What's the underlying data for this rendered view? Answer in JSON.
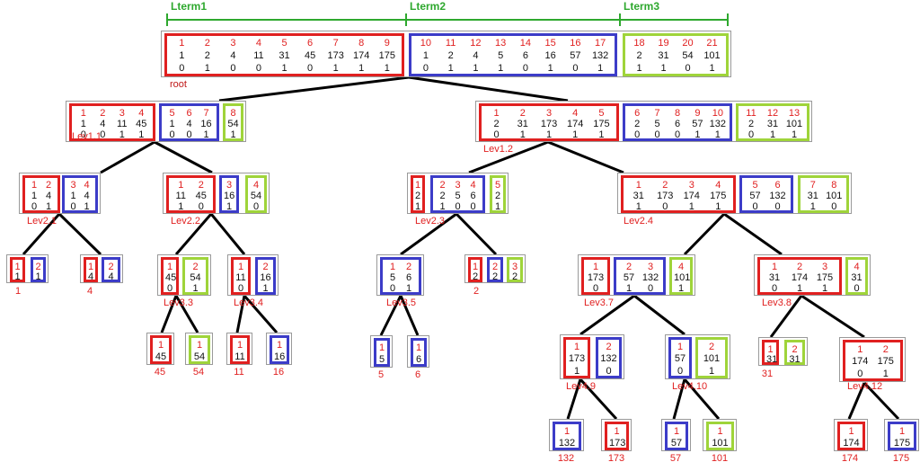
{
  "colors": {
    "red": "#e02020",
    "blue": "#3c3cc8",
    "green": "#9fd43a",
    "lterm": "#2ea82e"
  },
  "lterms": [
    "Lterm1",
    "Lterm2",
    "Lterm3"
  ],
  "root_label": "root",
  "nodes": {
    "root": {
      "label": "",
      "segs": [
        {
          "color": "red",
          "idx": [
            "1",
            "2",
            "3",
            "4",
            "5",
            "6",
            "7",
            "8",
            "9"
          ],
          "v1": [
            "1",
            "2",
            "4",
            "11",
            "31",
            "45",
            "173",
            "174",
            "175"
          ],
          "v2": [
            "0",
            "1",
            "0",
            "0",
            "1",
            "0",
            "1",
            "1",
            "1"
          ]
        },
        {
          "color": "blue",
          "idx": [
            "10",
            "11",
            "12",
            "13",
            "14",
            "15",
            "16",
            "17"
          ],
          "v1": [
            "1",
            "2",
            "4",
            "5",
            "6",
            "16",
            "57",
            "132"
          ],
          "v2": [
            "0",
            "1",
            "1",
            "1",
            "0",
            "1",
            "0",
            "1"
          ]
        },
        {
          "color": "green",
          "idx": [
            "18",
            "19",
            "20",
            "21"
          ],
          "v1": [
            "2",
            "31",
            "54",
            "101"
          ],
          "v2": [
            "1",
            "1",
            "0",
            "1"
          ]
        }
      ]
    },
    "lev11": {
      "label": "Lev1.1",
      "segs": [
        {
          "color": "red",
          "idx": [
            "1",
            "2",
            "3",
            "4"
          ],
          "v1": [
            "1",
            "4",
            "11",
            "45"
          ],
          "v2": [
            "0",
            "0",
            "1",
            "1"
          ]
        },
        {
          "color": "blue",
          "idx": [
            "5",
            "6",
            "7"
          ],
          "v1": [
            "1",
            "4",
            "16"
          ],
          "v2": [
            "0",
            "0",
            "1"
          ]
        },
        {
          "color": "green",
          "idx": [
            "8"
          ],
          "v1": [
            "54"
          ],
          "v2": [
            "1"
          ]
        }
      ]
    },
    "lev12": {
      "label": "Lev1.2",
      "segs": [
        {
          "color": "red",
          "idx": [
            "1",
            "2",
            "3",
            "4",
            "5"
          ],
          "v1": [
            "2",
            "31",
            "173",
            "174",
            "175"
          ],
          "v2": [
            "0",
            "1",
            "1",
            "1",
            "1"
          ]
        },
        {
          "color": "blue",
          "idx": [
            "6",
            "7",
            "8",
            "9",
            "10"
          ],
          "v1": [
            "2",
            "5",
            "6",
            "57",
            "132"
          ],
          "v2": [
            "0",
            "0",
            "0",
            "1",
            "1"
          ]
        },
        {
          "color": "green",
          "idx": [
            "11",
            "12",
            "13"
          ],
          "v1": [
            "2",
            "31",
            "101"
          ],
          "v2": [
            "0",
            "1",
            "1"
          ]
        }
      ]
    },
    "lev21": {
      "label": "Lev2.1",
      "segs": [
        {
          "color": "red",
          "idx": [
            "1",
            "2"
          ],
          "v1": [
            "1",
            "4"
          ],
          "v2": [
            "0",
            "1"
          ]
        },
        {
          "color": "blue",
          "idx": [
            "3",
            "4"
          ],
          "v1": [
            "1",
            "4"
          ],
          "v2": [
            "0",
            "1"
          ]
        }
      ]
    },
    "lev22": {
      "label": "Lev2.2",
      "segs": [
        {
          "color": "red",
          "idx": [
            "1",
            "2"
          ],
          "v1": [
            "11",
            "45"
          ],
          "v2": [
            "1",
            "0"
          ]
        },
        {
          "color": "blue",
          "idx": [
            "3"
          ],
          "v1": [
            "16"
          ],
          "v2": [
            "1"
          ]
        },
        {
          "color": "green",
          "idx": [
            "4"
          ],
          "v1": [
            "54"
          ],
          "v2": [
            "0"
          ]
        }
      ]
    },
    "lev23": {
      "label": "Lev2.3",
      "segs": [
        {
          "color": "red",
          "idx": [
            "1"
          ],
          "v1": [
            "2"
          ],
          "v2": [
            "1"
          ]
        },
        {
          "color": "blue",
          "idx": [
            "2",
            "3",
            "4"
          ],
          "v1": [
            "2",
            "5",
            "6"
          ],
          "v2": [
            "1",
            "0",
            "0"
          ]
        },
        {
          "color": "green",
          "idx": [
            "5"
          ],
          "v1": [
            "2"
          ],
          "v2": [
            "1"
          ]
        }
      ]
    },
    "lev24": {
      "label": "Lev2.4",
      "segs": [
        {
          "color": "red",
          "idx": [
            "1",
            "2",
            "3",
            "4"
          ],
          "v1": [
            "31",
            "173",
            "174",
            "175"
          ],
          "v2": [
            "1",
            "0",
            "1",
            "1"
          ]
        },
        {
          "color": "blue",
          "idx": [
            "5",
            "6"
          ],
          "v1": [
            "57",
            "132"
          ],
          "v2": [
            "0",
            "0"
          ]
        },
        {
          "color": "green",
          "idx": [
            "7",
            "8"
          ],
          "v1": [
            "31",
            "101"
          ],
          "v2": [
            "1",
            "0"
          ]
        }
      ]
    },
    "n31": {
      "label": "",
      "segs": [
        {
          "color": "red",
          "idx": [
            "1"
          ],
          "v1": [
            "1"
          ],
          "v2": []
        },
        {
          "color": "blue",
          "idx": [
            "2"
          ],
          "v1": [
            "1"
          ],
          "v2": []
        }
      ]
    },
    "n32": {
      "label": "",
      "segs": [
        {
          "color": "red",
          "idx": [
            "1"
          ],
          "v1": [
            "4"
          ],
          "v2": []
        },
        {
          "color": "blue",
          "idx": [
            "2"
          ],
          "v1": [
            "4"
          ],
          "v2": []
        }
      ]
    },
    "lev33": {
      "label": "Lev3.3",
      "segs": [
        {
          "color": "red",
          "idx": [
            "1"
          ],
          "v1": [
            "45"
          ],
          "v2": [
            "0"
          ]
        },
        {
          "color": "green",
          "idx": [
            "2"
          ],
          "v1": [
            "54"
          ],
          "v2": [
            "1"
          ]
        }
      ]
    },
    "lev34": {
      "label": "Lev3.4",
      "segs": [
        {
          "color": "red",
          "idx": [
            "1"
          ],
          "v1": [
            "11"
          ],
          "v2": [
            "0"
          ]
        },
        {
          "color": "blue",
          "idx": [
            "2"
          ],
          "v1": [
            "16"
          ],
          "v2": [
            "1"
          ]
        }
      ]
    },
    "lev35": {
      "label": "Lev3.5",
      "segs": [
        {
          "color": "blue",
          "idx": [
            "1",
            "2"
          ],
          "v1": [
            "5",
            "6"
          ],
          "v2": [
            "0",
            "1"
          ]
        }
      ]
    },
    "n36": {
      "label": "",
      "segs": [
        {
          "color": "red",
          "idx": [
            "1"
          ],
          "v1": [
            "2"
          ],
          "v2": []
        },
        {
          "color": "blue",
          "idx": [
            "2"
          ],
          "v1": [
            "2"
          ],
          "v2": []
        },
        {
          "color": "green",
          "idx": [
            "3"
          ],
          "v1": [
            "2"
          ],
          "v2": []
        }
      ]
    },
    "lev37": {
      "label": "Lev3.7",
      "segs": [
        {
          "color": "red",
          "idx": [
            "1"
          ],
          "v1": [
            "173"
          ],
          "v2": [
            "0"
          ]
        },
        {
          "color": "blue",
          "idx": [
            "2",
            "3"
          ],
          "v1": [
            "57",
            "132"
          ],
          "v2": [
            "1",
            "0"
          ]
        },
        {
          "color": "green",
          "idx": [
            "4"
          ],
          "v1": [
            "101"
          ],
          "v2": [
            "1"
          ]
        }
      ]
    },
    "lev38": {
      "label": "Lev3.8",
      "segs": [
        {
          "color": "red",
          "idx": [
            "1",
            "2",
            "3"
          ],
          "v1": [
            "31",
            "174",
            "175"
          ],
          "v2": [
            "0",
            "1",
            "1"
          ]
        },
        {
          "color": "green",
          "idx": [
            "4"
          ],
          "v1": [
            "31"
          ],
          "v2": [
            "0"
          ]
        }
      ]
    },
    "l45": {
      "label": "",
      "segs": [
        {
          "color": "red",
          "idx": [
            "1"
          ],
          "v1": [
            "45"
          ],
          "v2": []
        }
      ]
    },
    "l54": {
      "label": "",
      "segs": [
        {
          "color": "green",
          "idx": [
            "1"
          ],
          "v1": [
            "54"
          ],
          "v2": []
        }
      ]
    },
    "l11": {
      "label": "",
      "segs": [
        {
          "color": "red",
          "idx": [
            "1"
          ],
          "v1": [
            "11"
          ],
          "v2": []
        }
      ]
    },
    "l16": {
      "label": "",
      "segs": [
        {
          "color": "blue",
          "idx": [
            "1"
          ],
          "v1": [
            "16"
          ],
          "v2": []
        }
      ]
    },
    "l5": {
      "label": "",
      "segs": [
        {
          "color": "blue",
          "idx": [
            "1"
          ],
          "v1": [
            "5"
          ],
          "v2": []
        }
      ]
    },
    "l6": {
      "label": "",
      "segs": [
        {
          "color": "blue",
          "idx": [
            "1"
          ],
          "v1": [
            "6"
          ],
          "v2": []
        }
      ]
    },
    "lev49": {
      "label": "Lev4.9",
      "segs": [
        {
          "color": "red",
          "idx": [
            "1"
          ],
          "v1": [
            "173"
          ],
          "v2": [
            "1"
          ]
        },
        {
          "color": "blue",
          "idx": [
            "2"
          ],
          "v1": [
            "132"
          ],
          "v2": [
            "0"
          ]
        }
      ]
    },
    "lev410": {
      "label": "Lev4.10",
      "segs": [
        {
          "color": "blue",
          "idx": [
            "1"
          ],
          "v1": [
            "57"
          ],
          "v2": [
            "0"
          ]
        },
        {
          "color": "green",
          "idx": [
            "2"
          ],
          "v1": [
            "101"
          ],
          "v2": [
            "1"
          ]
        }
      ]
    },
    "n411": {
      "label": "",
      "segs": [
        {
          "color": "red",
          "idx": [
            "1"
          ],
          "v1": [
            "31"
          ],
          "v2": []
        },
        {
          "color": "green",
          "idx": [
            "2"
          ],
          "v1": [
            "31"
          ],
          "v2": []
        }
      ]
    },
    "lev412": {
      "label": "Lev4.12",
      "segs": [
        {
          "color": "red",
          "idx": [
            "1",
            "2"
          ],
          "v1": [
            "174",
            "175"
          ],
          "v2": [
            "0",
            "1"
          ]
        }
      ]
    },
    "l132": {
      "label": "",
      "segs": [
        {
          "color": "blue",
          "idx": [
            "1"
          ],
          "v1": [
            "132"
          ],
          "v2": []
        }
      ]
    },
    "l173": {
      "label": "",
      "segs": [
        {
          "color": "red",
          "idx": [
            "1"
          ],
          "v1": [
            "173"
          ],
          "v2": []
        }
      ]
    },
    "l57": {
      "label": "",
      "segs": [
        {
          "color": "blue",
          "idx": [
            "1"
          ],
          "v1": [
            "57"
          ],
          "v2": []
        }
      ]
    },
    "l101": {
      "label": "",
      "segs": [
        {
          "color": "green",
          "idx": [
            "1"
          ],
          "v1": [
            "101"
          ],
          "v2": []
        }
      ]
    },
    "l174": {
      "label": "",
      "segs": [
        {
          "color": "red",
          "idx": [
            "1"
          ],
          "v1": [
            "174"
          ],
          "v2": []
        }
      ]
    },
    "l175": {
      "label": "",
      "segs": [
        {
          "color": "blue",
          "idx": [
            "1"
          ],
          "v1": [
            "175"
          ],
          "v2": []
        }
      ]
    }
  },
  "leaf_labels": {
    "n31": [
      "1"
    ],
    "n32": [
      "4"
    ],
    "l45": [
      "45"
    ],
    "l54": [
      "54"
    ],
    "l11": [
      "11"
    ],
    "l16": [
      "16"
    ],
    "l5": [
      "5"
    ],
    "l6": [
      "6"
    ],
    "n36": [
      "2"
    ],
    "n411": [
      "31"
    ],
    "l132": [
      "132"
    ],
    "l173": [
      "173"
    ],
    "l57": [
      "57"
    ],
    "l101": [
      "101"
    ],
    "l174": [
      "174"
    ],
    "l175": [
      "175"
    ]
  }
}
